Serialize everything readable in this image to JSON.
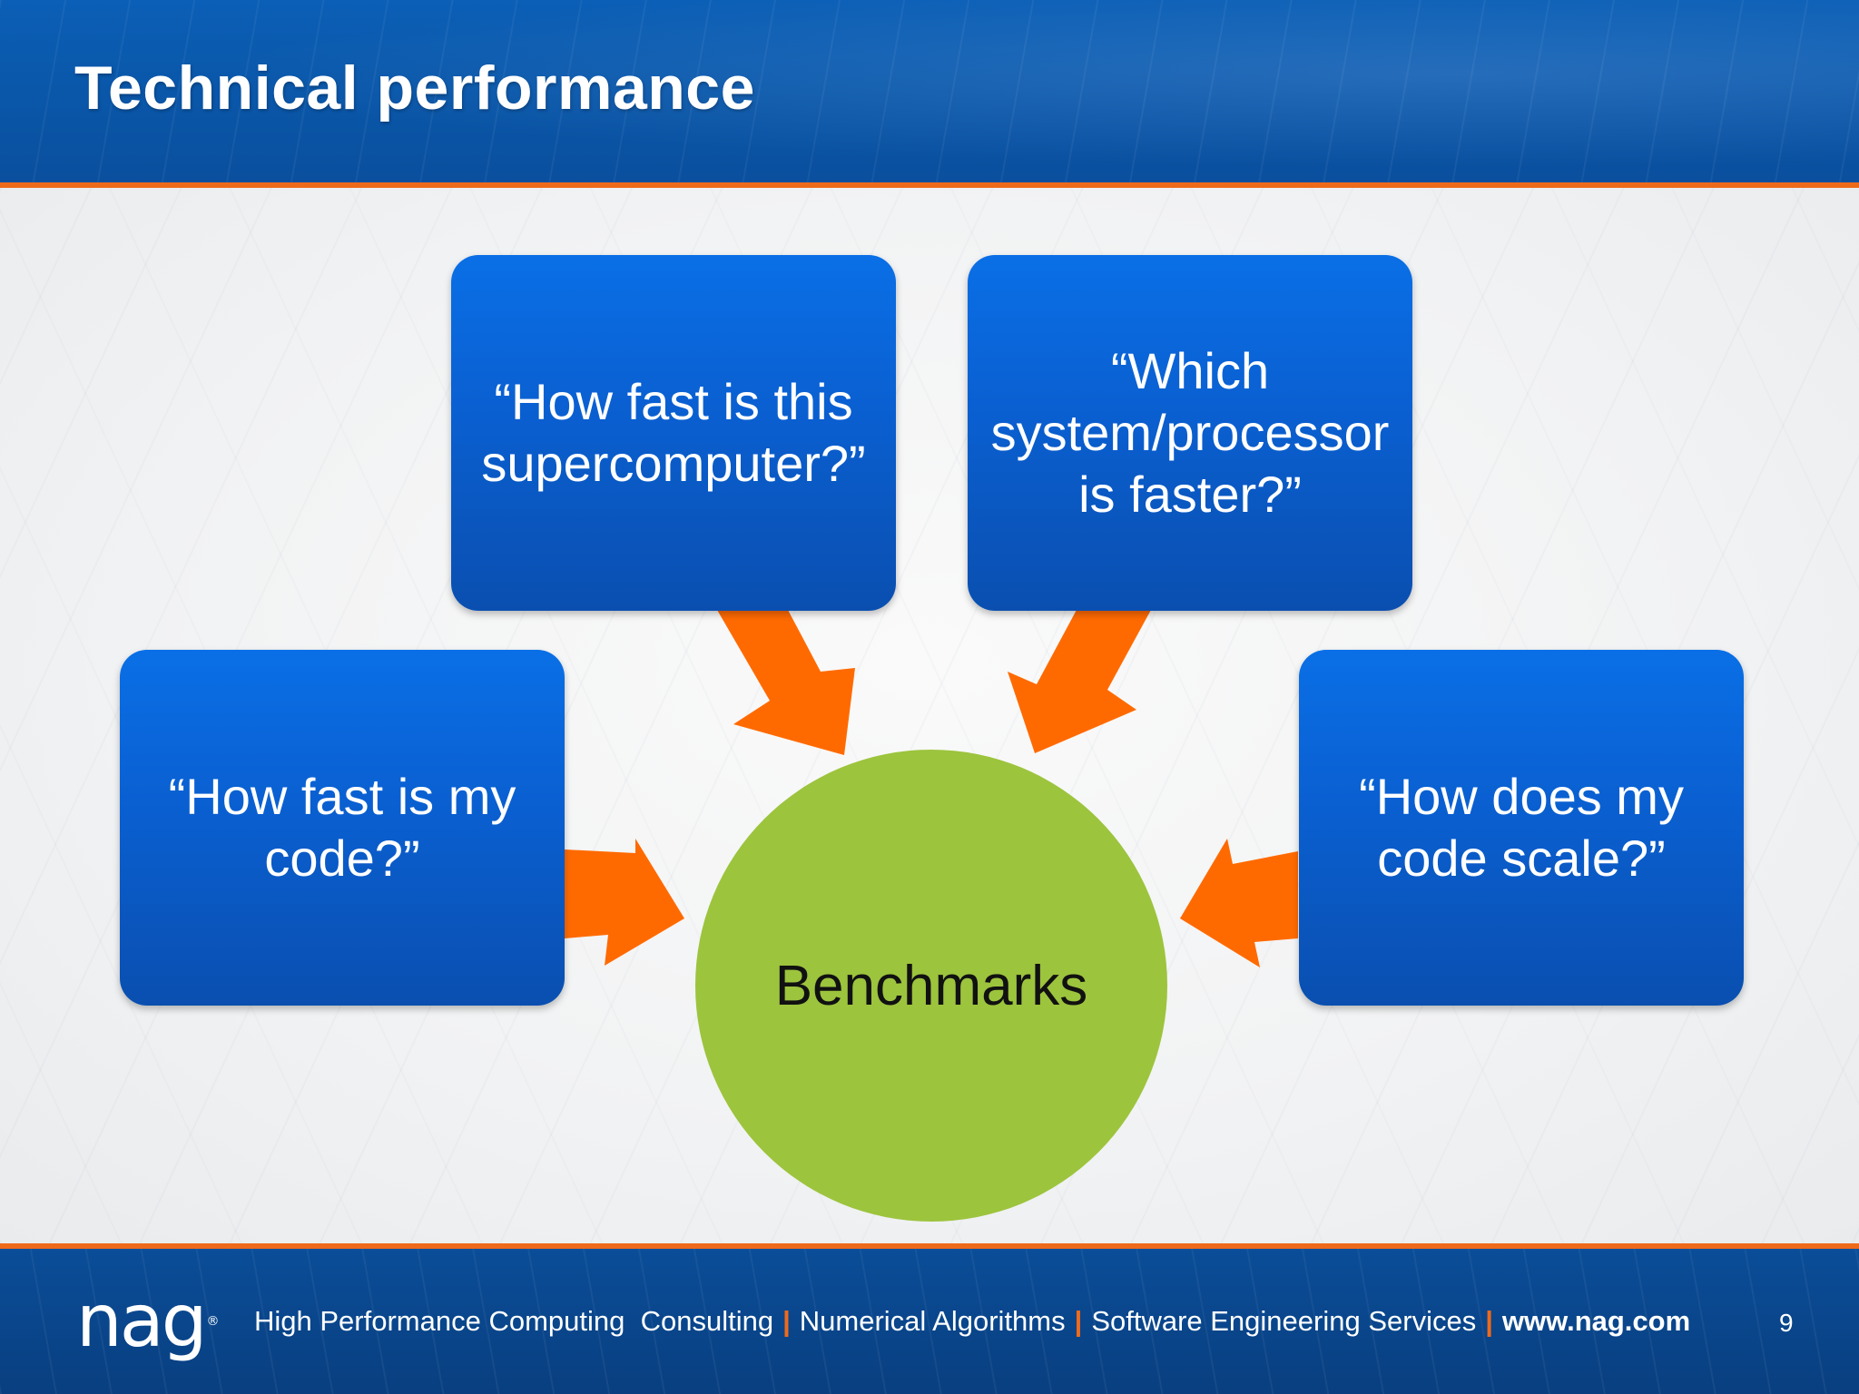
{
  "header": {
    "title": "Technical performance"
  },
  "diagram": {
    "center_label": "Benchmarks",
    "boxes": [
      {
        "text": "“How fast is this supercomputer?”"
      },
      {
        "text": "“Which system/processor is faster?”"
      },
      {
        "text": "“How fast is my code?”"
      },
      {
        "text": "“How does my code scale?”"
      }
    ]
  },
  "footer": {
    "logo": "nag",
    "logo_mark": "®",
    "items": [
      "High Performance Computing  Consulting",
      "Numerical Algorithms",
      "Software Engineering Services",
      "www.nag.com"
    ],
    "separator": "|",
    "page_number": "9"
  },
  "colors": {
    "header_blue": "#0b5fb6",
    "accent_orange": "#ee6a1b",
    "box_blue": "#0a5fd0",
    "center_green": "#9cc43d",
    "arrow_orange": "#ff6a00"
  }
}
